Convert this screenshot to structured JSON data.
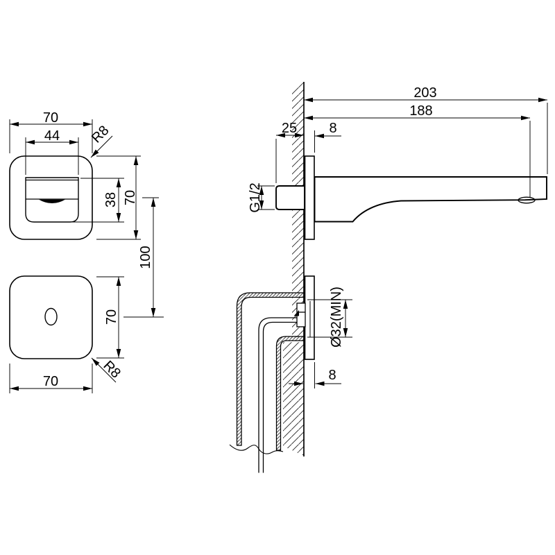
{
  "drawing": {
    "front_view_top": {
      "width": "70",
      "inner_width": "44",
      "corner_radius": "R8",
      "spout_height": "38",
      "height": "70",
      "center_distance": "100"
    },
    "front_view_bottom": {
      "height": "70",
      "width": "70",
      "corner_radius": "R8"
    },
    "side_view": {
      "total_projection": "203",
      "spout_reach": "188",
      "wall_recess": "25",
      "flange_depth": "8",
      "thread": "G1/2",
      "drain_hole": "Ø32(MIN)",
      "flange_depth_bottom": "8"
    }
  }
}
